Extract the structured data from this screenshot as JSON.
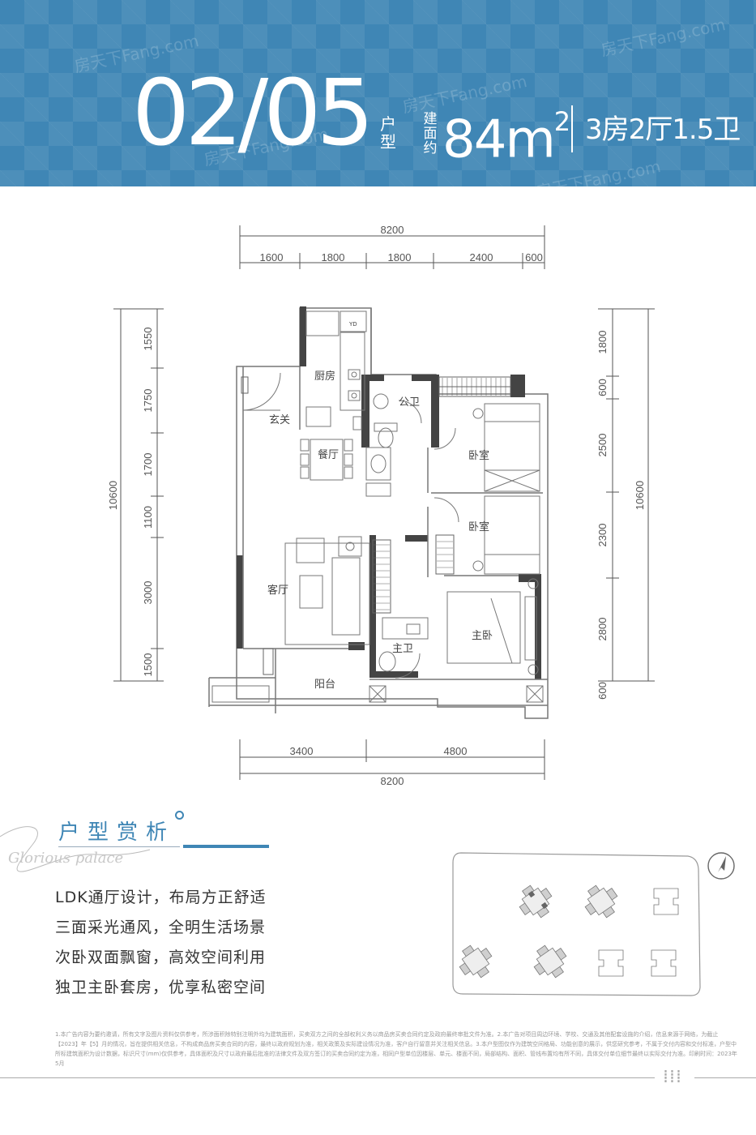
{
  "header": {
    "unit_no": "02/05",
    "label_type": [
      "户",
      "型"
    ],
    "label_area": [
      "建",
      "面",
      "约"
    ],
    "area_value": "84m",
    "area_sup": "2",
    "rooms": "3房2厅1.5卫",
    "watermark": "房天下Fang.com"
  },
  "dimensions": {
    "top_total": "8200",
    "top_segments": [
      "1600",
      "1800",
      "1800",
      "2400",
      "600"
    ],
    "bottom_segments": [
      "3400",
      "4800"
    ],
    "bottom_total": "8200",
    "left_total": "10600",
    "left_segments": [
      "1550",
      "1750",
      "1700",
      "1100",
      "3000",
      "1500"
    ],
    "right_total": "10600",
    "right_segments": [
      "1800",
      "600",
      "2500",
      "2300",
      "2800",
      "600"
    ]
  },
  "rooms": {
    "kitchen": "厨房",
    "foyer": "玄关",
    "dining": "餐厅",
    "public_bath": "公卫",
    "bedroom1": "卧室",
    "bedroom2": "卧室",
    "living": "客厅",
    "master_bath": "主卫",
    "master_bed": "主卧",
    "balcony": "阳台",
    "yd": "YD"
  },
  "analysis": {
    "title": "户型赏析",
    "script": "Glorious palace",
    "features": [
      "LDK通厅设计，布局方正舒适",
      "三面采光通风，全明生活场景",
      "次卧双面飘窗，高效空间利用",
      "独卫主卧套房，优享私密空间"
    ]
  },
  "disclaimer": "1.本广告内容为要约邀请，所有文字及图片资料仅供参考，所涉面积除特别注明外均为建筑面积，买卖双方之间的全部权利义务以商品房买卖合同约定及政府最终审批文件为准。2.本广告对项目周边环境、学校、交通及其他配套设施的介绍，信息来源于网络，为截止【2023】年【5】月的情况，旨在提供相关信息，不构成商品房买卖合同的内容，最终以政府规划为准，相关政策及实际建设情况为准，客户自行留意并关注相关信息。3.本户型图仅作为建筑空间格局、功能创意的展示，供您研究参考，不属于交付内容和交付标准，户型中所标建筑面积为设计数据，标识尺寸(mm)仅供参考，具体面积及尺寸以政府最后批准的法律文件及双方签订的买卖合同约定为准，相同户型单位因楼层、单元、楼面不同，局部结构、面积、管线布置均有所不同，具体交付单位细节最终以实际交付为准。印刷时间：2023年5月",
  "footer_mark": "⁞⁞⁞"
}
